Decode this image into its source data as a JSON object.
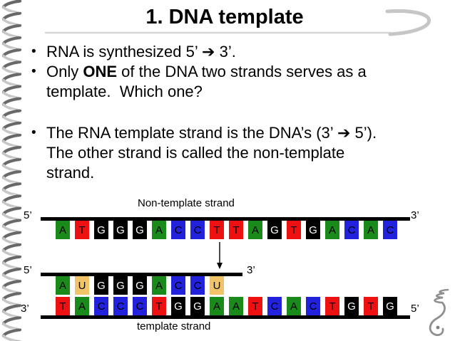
{
  "slide": {
    "title": "1. DNA template",
    "bullets": [
      {
        "parts": [
          {
            "text": "RNA is synthesized 5’ ➔ 3’."
          }
        ]
      },
      {
        "parts": [
          {
            "text": "Only "
          },
          {
            "text": "ONE",
            "bold": true
          },
          {
            "text": " of the DNA two strands serves as a\ntemplate.  Which one?"
          }
        ]
      },
      {
        "parts": [
          {
            "text": "The RNA template strand is the DNA’s (3’ ➔ 5’).\nThe other strand is called the non-template\nstrand."
          }
        ]
      }
    ]
  },
  "diagram": {
    "non_template_label": "Non-template strand",
    "template_label": "template strand",
    "top_strand": {
      "left_end": "5’",
      "right_end": "3’",
      "sequence": [
        "A",
        "T",
        "G",
        "G",
        "G",
        "A",
        "C",
        "C",
        "T",
        "T",
        "A",
        "G",
        "T",
        "G",
        "A",
        "C",
        "A",
        "C"
      ]
    },
    "rna_strand": {
      "left_end": "5’",
      "right_end": "3’",
      "sequence": [
        "A",
        "U",
        "G",
        "G",
        "G",
        "A",
        "C",
        "C",
        "U"
      ]
    },
    "bottom_strand": {
      "left_end": "3’",
      "right_end": "5’",
      "sequence": [
        "T",
        "A",
        "C",
        "C",
        "C",
        "T",
        "G",
        "G",
        "A",
        "A",
        "T",
        "C",
        "A",
        "C",
        "T",
        "G",
        "T",
        "G"
      ]
    },
    "base_colors": {
      "A": "#1a8a1a",
      "T": "#ee1111",
      "G": "#000000",
      "C": "#2222dd",
      "U": "#f2c46a"
    },
    "letter_colors": {
      "G": "#ffffff",
      "default": "#000000"
    },
    "line_color": "#000000",
    "decoration_colors": {
      "swoosh": "#c6c6c6",
      "underline": "#d8d8d8",
      "coil_dark": "#686868",
      "coil_light": "#c6c6c6",
      "flourish": "#909090"
    }
  }
}
